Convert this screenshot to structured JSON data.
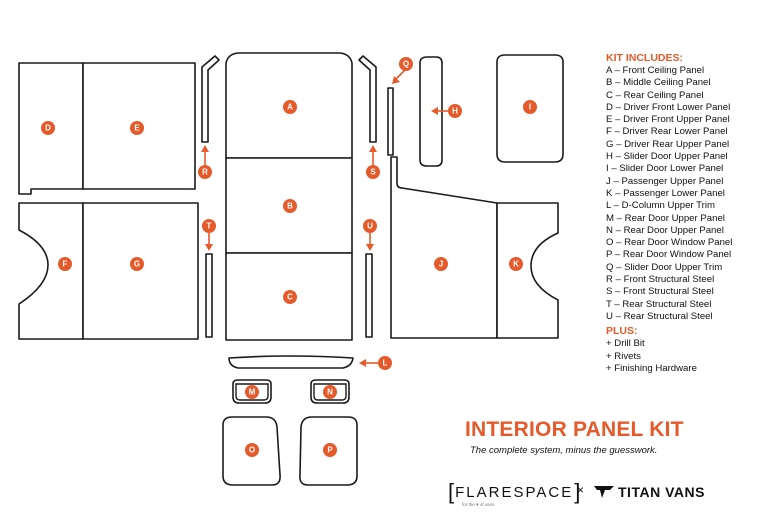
{
  "kit": {
    "heading": "KIT INCLUDES:",
    "items": [
      "A – Front Ceiling Panel",
      "B – Middle Ceiling Panel",
      "C – Rear Ceiling Panel",
      "D – Driver Front Lower Panel",
      "E – Driver Front Upper Panel",
      "F – Driver Rear Lower Panel",
      "G – Driver Rear Upper Panel",
      "H – Slider Door Upper Panel",
      "I – Slider Door Lower Panel",
      "J – Passenger Upper Panel",
      "K – Passenger Lower Panel",
      "L – D-Column Upper Trim",
      "M – Rear Door Upper Panel",
      "N – Rear Door Upper Panel",
      "O – Rear Door Window Panel",
      "P – Rear Door Window Panel",
      "Q – Slider Door Upper Trim",
      "R – Front Structural Steel",
      "S – Front Structural Steel",
      "T – Rear Structural Steel",
      "U – Rear Structural Steel"
    ],
    "plus_heading": "PLUS:",
    "plus_items": [
      "+ Drill Bit",
      "+ Rivets",
      "+ Finishing Hardware"
    ]
  },
  "title": "INTERIOR PANEL KIT",
  "tagline": "The complete system, minus the guesswork.",
  "brands": {
    "flarespace": "FLARESPACE",
    "flarespace_tagline": "for the ♥ of vans",
    "separator": "×",
    "titan": "TITAN VANS"
  },
  "labels": {
    "A": "A",
    "B": "B",
    "C": "C",
    "D": "D",
    "E": "E",
    "F": "F",
    "G": "G",
    "H": "H",
    "I": "I",
    "J": "J",
    "K": "K",
    "L": "L",
    "M": "M",
    "N": "N",
    "O": "O",
    "P": "P",
    "Q": "Q",
    "R": "R",
    "S": "S",
    "T": "T",
    "U": "U"
  },
  "colors": {
    "accent": "#e45a2a",
    "outline": "#1a1a1a"
  }
}
